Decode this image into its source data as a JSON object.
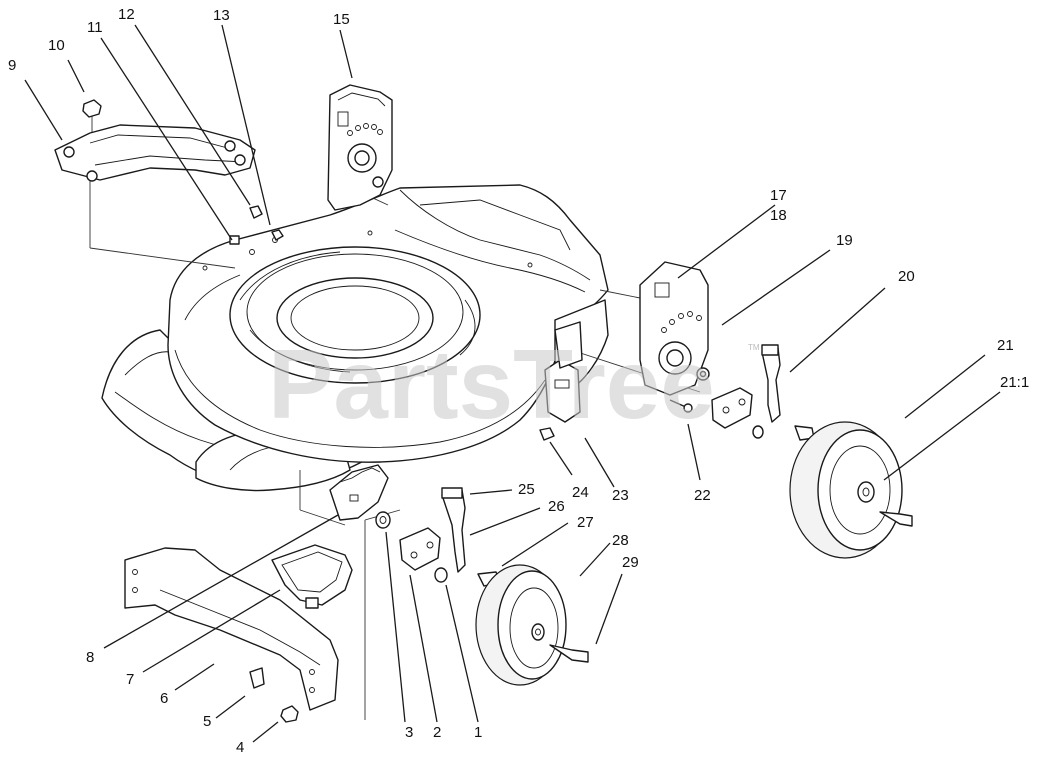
{
  "watermark": {
    "text": "PartsTree",
    "trademark": "TM"
  },
  "callouts": [
    {
      "id": "1",
      "label": "1"
    },
    {
      "id": "2",
      "label": "2"
    },
    {
      "id": "3",
      "label": "3"
    },
    {
      "id": "4",
      "label": "4"
    },
    {
      "id": "5",
      "label": "5"
    },
    {
      "id": "6",
      "label": "6"
    },
    {
      "id": "7",
      "label": "7"
    },
    {
      "id": "8",
      "label": "8"
    },
    {
      "id": "9",
      "label": "9"
    },
    {
      "id": "10",
      "label": "10"
    },
    {
      "id": "11",
      "label": "11"
    },
    {
      "id": "12",
      "label": "12"
    },
    {
      "id": "13",
      "label": "13"
    },
    {
      "id": "15",
      "label": "15"
    },
    {
      "id": "17",
      "label": "17"
    },
    {
      "id": "18",
      "label": "18"
    },
    {
      "id": "19",
      "label": "19"
    },
    {
      "id": "20",
      "label": "20"
    },
    {
      "id": "21",
      "label": "21"
    },
    {
      "id": "21-1",
      "label": "21:1"
    },
    {
      "id": "22",
      "label": "22"
    },
    {
      "id": "23",
      "label": "23"
    },
    {
      "id": "24",
      "label": "24"
    },
    {
      "id": "25",
      "label": "25"
    },
    {
      "id": "26",
      "label": "26"
    },
    {
      "id": "27",
      "label": "27"
    },
    {
      "id": "28",
      "label": "28"
    },
    {
      "id": "29",
      "label": "29"
    }
  ]
}
